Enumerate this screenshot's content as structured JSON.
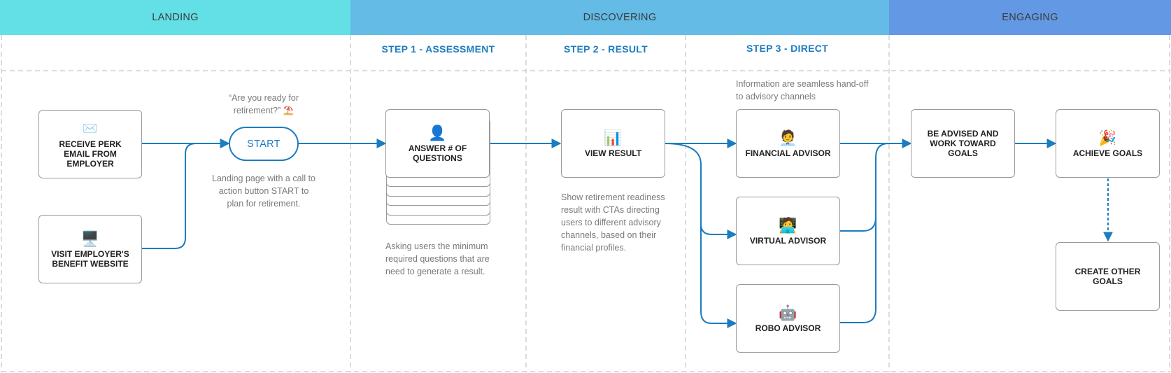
{
  "bands": {
    "landing": "LANDING",
    "discovering": "DISCOVERING",
    "engaging": "ENGAGING"
  },
  "band_colors": {
    "landing": "#62e0e6",
    "discovering": "#63bbe6",
    "engaging": "#6399e4"
  },
  "accent_color": "#1c7cc0",
  "steps": {
    "step1": "STEP 1 - ASSESSMENT",
    "step2": "STEP 2 - RESULT",
    "step3": "STEP 3 - DIRECT"
  },
  "nodes": {
    "perk_email": {
      "label": "RECEIVE PERK EMAIL FROM EMPLOYER",
      "icon": "envelope-icon",
      "glyph": "✉️"
    },
    "benefit_site": {
      "label": "VISIT EMPLOYER'S BENEFIT WEBSITE",
      "icon": "computer-icon",
      "glyph": "🖥️"
    },
    "start": {
      "label": "START"
    },
    "questions": {
      "label": "ANSWER # OF QUESTIONS",
      "icon": "person-icon",
      "glyph": "👤"
    },
    "view_result": {
      "label": "VIEW RESULT",
      "icon": "bar-chart-icon",
      "glyph": "📊"
    },
    "financial_advisor": {
      "label": "FINANCIAL ADVISOR",
      "icon": "office-worker-icon",
      "glyph": "🧑‍💼"
    },
    "virtual_advisor": {
      "label": "VIRTUAL ADVISOR",
      "icon": "technologist-icon",
      "glyph": "🧑‍💻"
    },
    "robo_advisor": {
      "label": "ROBO ADVISOR",
      "icon": "robot-icon",
      "glyph": "🤖"
    },
    "be_advised": {
      "label": "BE ADVISED AND WORK TOWARD GOALS"
    },
    "achieve_goals": {
      "label": "ACHIEVE GOALS",
      "icon": "party-popper-icon",
      "glyph": "🎉"
    },
    "create_goals": {
      "label": "CREATE OTHER GOALS"
    }
  },
  "notes": {
    "start_question": "“Are you ready for retirement?” ⛱️",
    "landing_page": "Landing page with a call to action button START to plan for retirement.",
    "assessment": "Asking users the minimum required questions that are need to generate a result.",
    "result": "Show retirement readiness result with CTAs directing users to different advisory channels, based on their financial profiles.",
    "handoff": "Information are seamless hand-off to advisory channels"
  }
}
